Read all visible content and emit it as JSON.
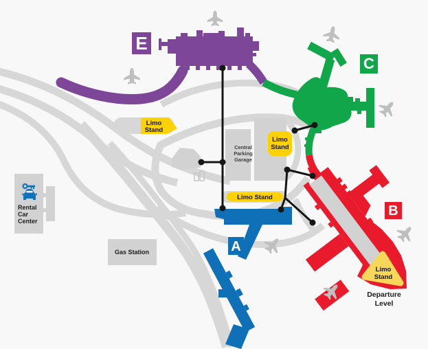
{
  "map": {
    "badges": {
      "e": "E",
      "c": "C",
      "b": "B",
      "a": "A"
    },
    "limo_stand": {
      "line1": "Limo",
      "line2": "Stand",
      "inline": "Limo Stand"
    },
    "parking_garage": {
      "line1": "Central",
      "line2": "Parking",
      "line3": "Garage"
    },
    "rental_car_center": {
      "line1": "Rental",
      "line2": "Car",
      "line3": "Center"
    },
    "gas_station": {
      "label": "Gas Station"
    },
    "departure_level": {
      "line1": "Departure",
      "line2": "Level"
    },
    "colors": {
      "terminal_e": "#7d4699",
      "terminal_c": "#12a64a",
      "terminal_b": "#e81a2b",
      "terminal_a": "#0f6fb7",
      "limo_yellow": "#fcd207",
      "road_gray": "#d7d7d7",
      "building_gray": "#d2d2d2",
      "background": "#f8f8f8",
      "connector_black": "#161616",
      "rental_icon_blue": "#1072bc"
    }
  }
}
